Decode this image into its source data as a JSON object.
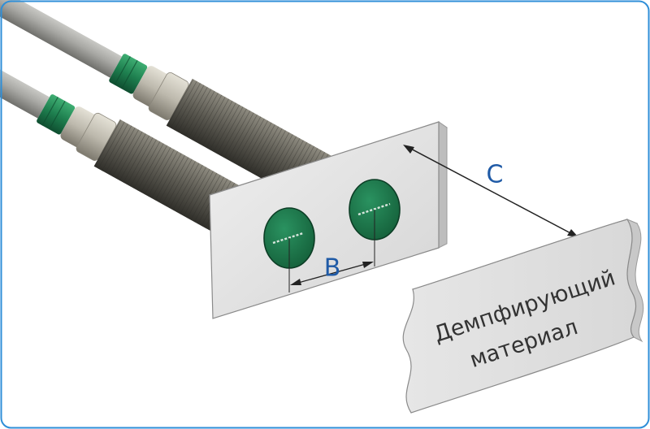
{
  "labels": {
    "dimension_b": "B",
    "dimension_c": "C",
    "material_line1": "Демпфирующий",
    "material_line2": "материал"
  },
  "colors": {
    "frame": "#2f8fd8",
    "dimension_text": "#1f5aa6",
    "plate": "#e3e3e3",
    "sensor_face": "#1e7a4c",
    "nut": "#1e7f4f",
    "cable": "#a9a9a5",
    "sensor_body": "#5c5a52"
  }
}
